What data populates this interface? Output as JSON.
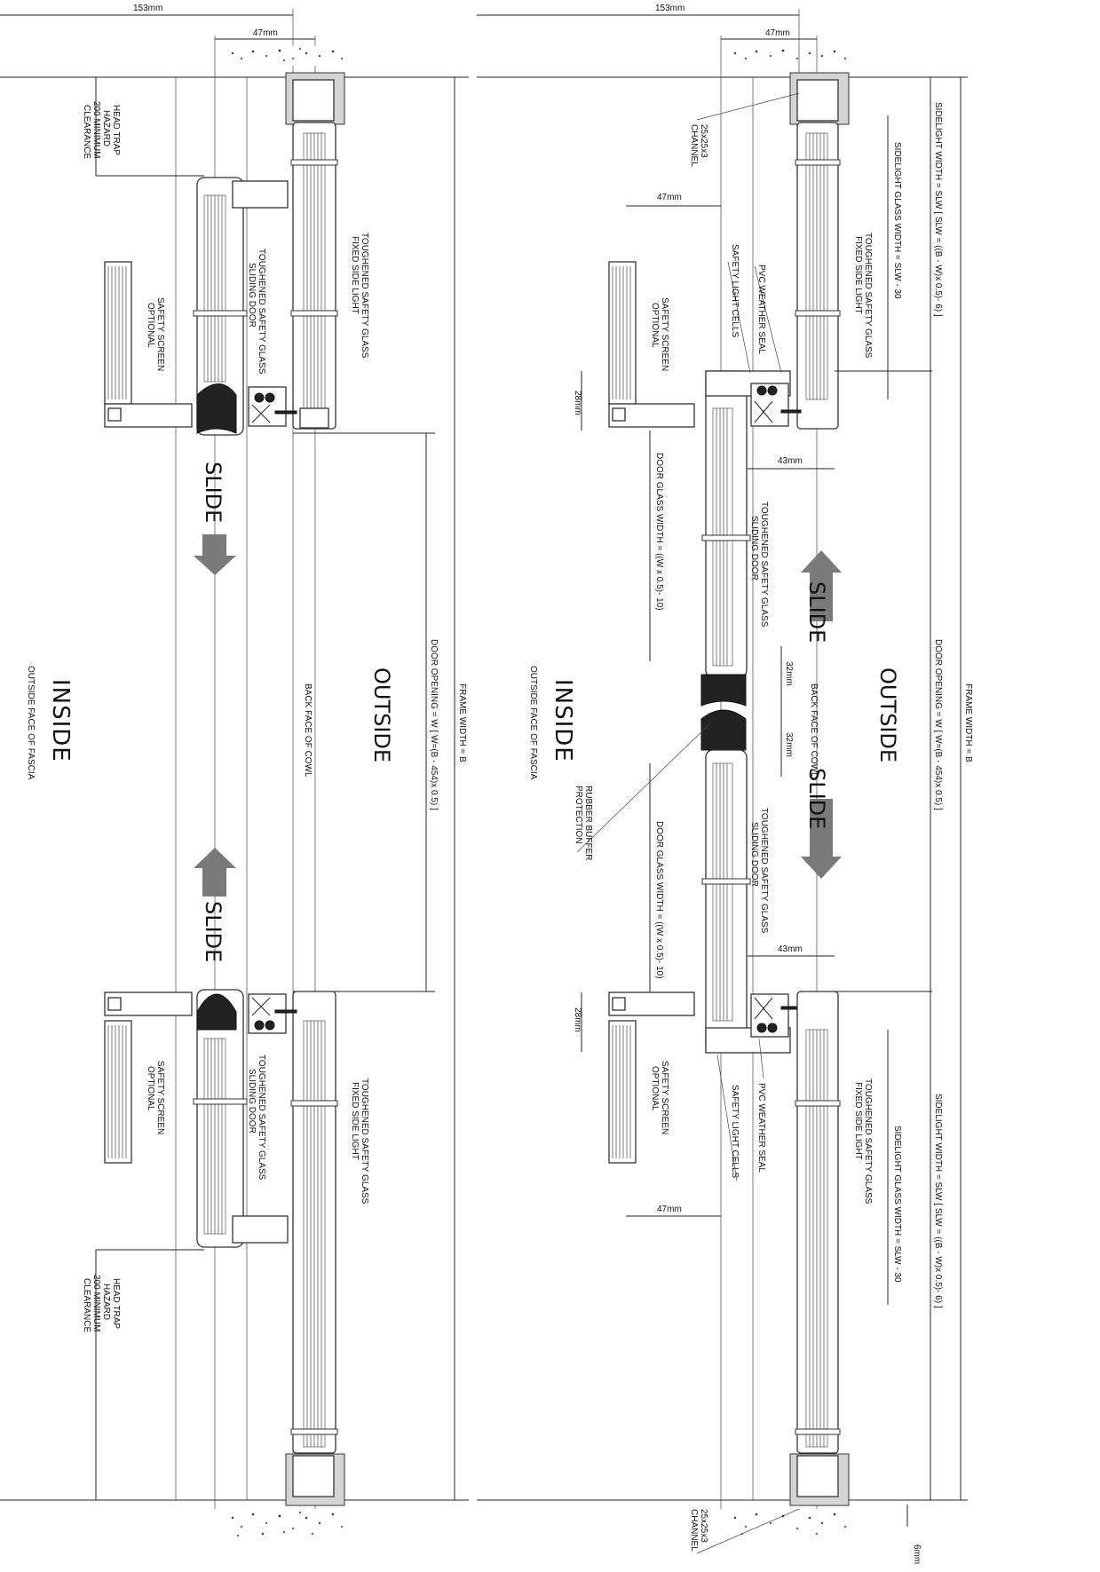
{
  "labels": {
    "dim_153": "153mm",
    "dim_47": "47mm",
    "dim_43": "43mm",
    "dim_32": "32mm",
    "dim_28": "28mm",
    "dim_6": "6mm",
    "head_trap": [
      "HEAD TRAP",
      "HAZARD",
      "200 MINIMUM",
      "CLEARANCE"
    ],
    "safety_screen": [
      "SAFETY SCREEN",
      "OPTIONAL"
    ],
    "toughened_sliding": [
      "TOUGHENED SAFETY GLASS",
      "SLIDING DOOR"
    ],
    "toughened_fixed": [
      "TOUGHENED SAFETY GLASS",
      "FIXED SIDE LIGHT"
    ],
    "slide": "SLIDE",
    "inside": "INSIDE",
    "outside": "OUTSIDE",
    "outside_face": "OUTSIDE FACE OF FASCIA",
    "back_face": "BACK FACE OF COWL",
    "door_opening": "DOOR OPENING = W   [ W=(B - 454)x 0.5) ]",
    "frame_width": "FRAME WIDTH = B",
    "channel": [
      "25x25x3",
      "CHANNEL"
    ],
    "safety_light_cells": "SAFETY LIGHT CELLS",
    "pvc_weather_seal": "PVC WEATHER SEAL",
    "sidelight_glass_width": "SIDELIGHT GLASS WIDTH = SLW - 30",
    "sidelight_width": "SIDELIGHT WIDTH = SLW   [ SLW = ((B - W)x 0.5)- 6) ]",
    "door_glass_width_top": "DOOR GLASS WIDTH = ((W x 0.5)- 10)",
    "door_glass_width_bottom": "DOOR GLASS WIDTH = ((W x 0.5)- 10)",
    "rubber_buffer": [
      "RUBBER BUFFER",
      "PROTECTION"
    ]
  }
}
